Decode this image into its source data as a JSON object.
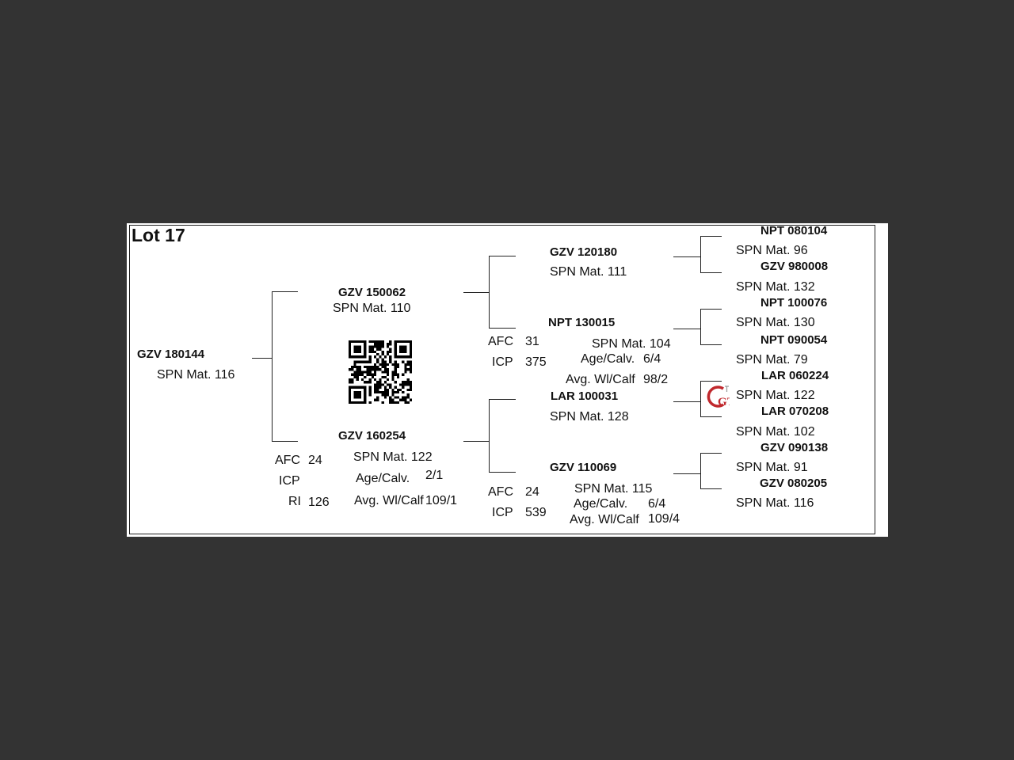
{
  "lot": {
    "title": "Lot 17"
  },
  "subject": {
    "id": "GZV 180144",
    "spn": "SPN Mat. 116"
  },
  "subject_stats": {
    "afc_label": "AFC",
    "afc_value": "24",
    "icp_label": "ICP",
    "icp_value": "",
    "ri_label": "RI",
    "ri_value": "126"
  },
  "sire": {
    "id": "GZV 150062",
    "spn": "SPN Mat. 110"
  },
  "dam": {
    "id": "GZV 160254",
    "spn": "SPN Mat. 122",
    "age_label": "Age/Calv.",
    "age_value": "2/1",
    "wl_label": "Avg. Wl/Calf",
    "wl_value": "109/1"
  },
  "sire_sire": {
    "id": "GZV 120180",
    "spn": "SPN Mat. 111"
  },
  "sire_dam": {
    "id": "NPT 130015",
    "spn": "SPN Mat. 104",
    "afc_label": "AFC",
    "afc_value": "31",
    "icp_label": "ICP",
    "icp_value": "375",
    "age_label": "Age/Calv.",
    "age_value": "6/4",
    "wl_label": "Avg. Wl/Calf",
    "wl_value": "98/2"
  },
  "dam_sire": {
    "id": "LAR 100031",
    "spn": "SPN Mat. 128"
  },
  "dam_dam": {
    "id": "GZV 110069",
    "spn": "SPN Mat. 115",
    "afc_label": "AFC",
    "afc_value": "24",
    "icp_label": "ICP",
    "icp_value": "539",
    "age_label": "Age/Calv.",
    "age_value": "6/4",
    "wl_label": "Avg. Wl/Calf",
    "wl_value": "109/4"
  },
  "ancestors": [
    {
      "id": "NPT 080104",
      "spn": "SPN Mat. 96"
    },
    {
      "id": "GZV 980008",
      "spn": "SPN Mat. 132"
    },
    {
      "id": "NPT 100076",
      "spn": "SPN Mat. 130"
    },
    {
      "id": "NPT 090054",
      "spn": "SPN Mat. 79"
    },
    {
      "id": "LAR 060224",
      "spn": "SPN Mat. 122"
    },
    {
      "id": "LAR 070208",
      "spn": "SPN Mat. 102"
    },
    {
      "id": "GZV 090138",
      "spn": "SPN Mat. 91"
    },
    {
      "id": "GZV 080205",
      "spn": "SPN Mat. 116"
    }
  ],
  "logo": {
    "text": "GT",
    "icon": "gt-logo-icon",
    "color": "#c0282d"
  },
  "qr": {
    "icon": "qr-code-icon"
  },
  "colors": {
    "background": "#333333",
    "paper": "#ffffff",
    "ink": "#111111"
  }
}
